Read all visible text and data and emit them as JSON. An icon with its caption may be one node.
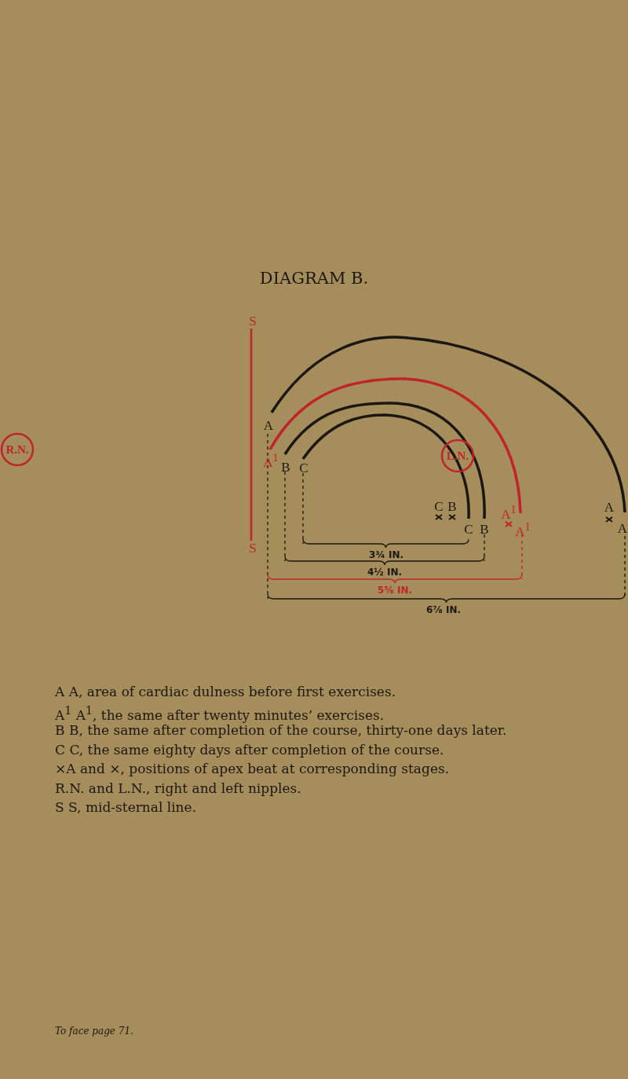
{
  "diagram": {
    "title": "DIAGRAM B.",
    "nodes": [
      {
        "text": [
          "R.N."
        ]
      },
      {
        "text": [
          "L.N."
        ]
      }
    ],
    "edges": [],
    "labels": [
      "S",
      "A",
      "A$^{1}$",
      "B",
      "C",
      "C",
      "B",
      "A$^{1}$",
      "A",
      "S",
      "C",
      "B",
      "A$^{1}$",
      "A",
      "3¾ IN.",
      "4½ IN.",
      "5⅝ IN.",
      "6⅞ IN.",
      "A A, area of cardiac dulness before first exercises.",
      "A$^{1}$ A$^{1}$, the same after twenty minutes’ exercises.",
      "B B, the same after completion of the course, thirty-one days later.",
      "C C, the same eighty days after completion of the course.",
      "×A and ×, positions of apex beat at corresponding stages.",
      "R.N. and L.N., right and left nipples.",
      "S S, mid-sternal line.",
      "To face page 71."
    ]
  }
}
